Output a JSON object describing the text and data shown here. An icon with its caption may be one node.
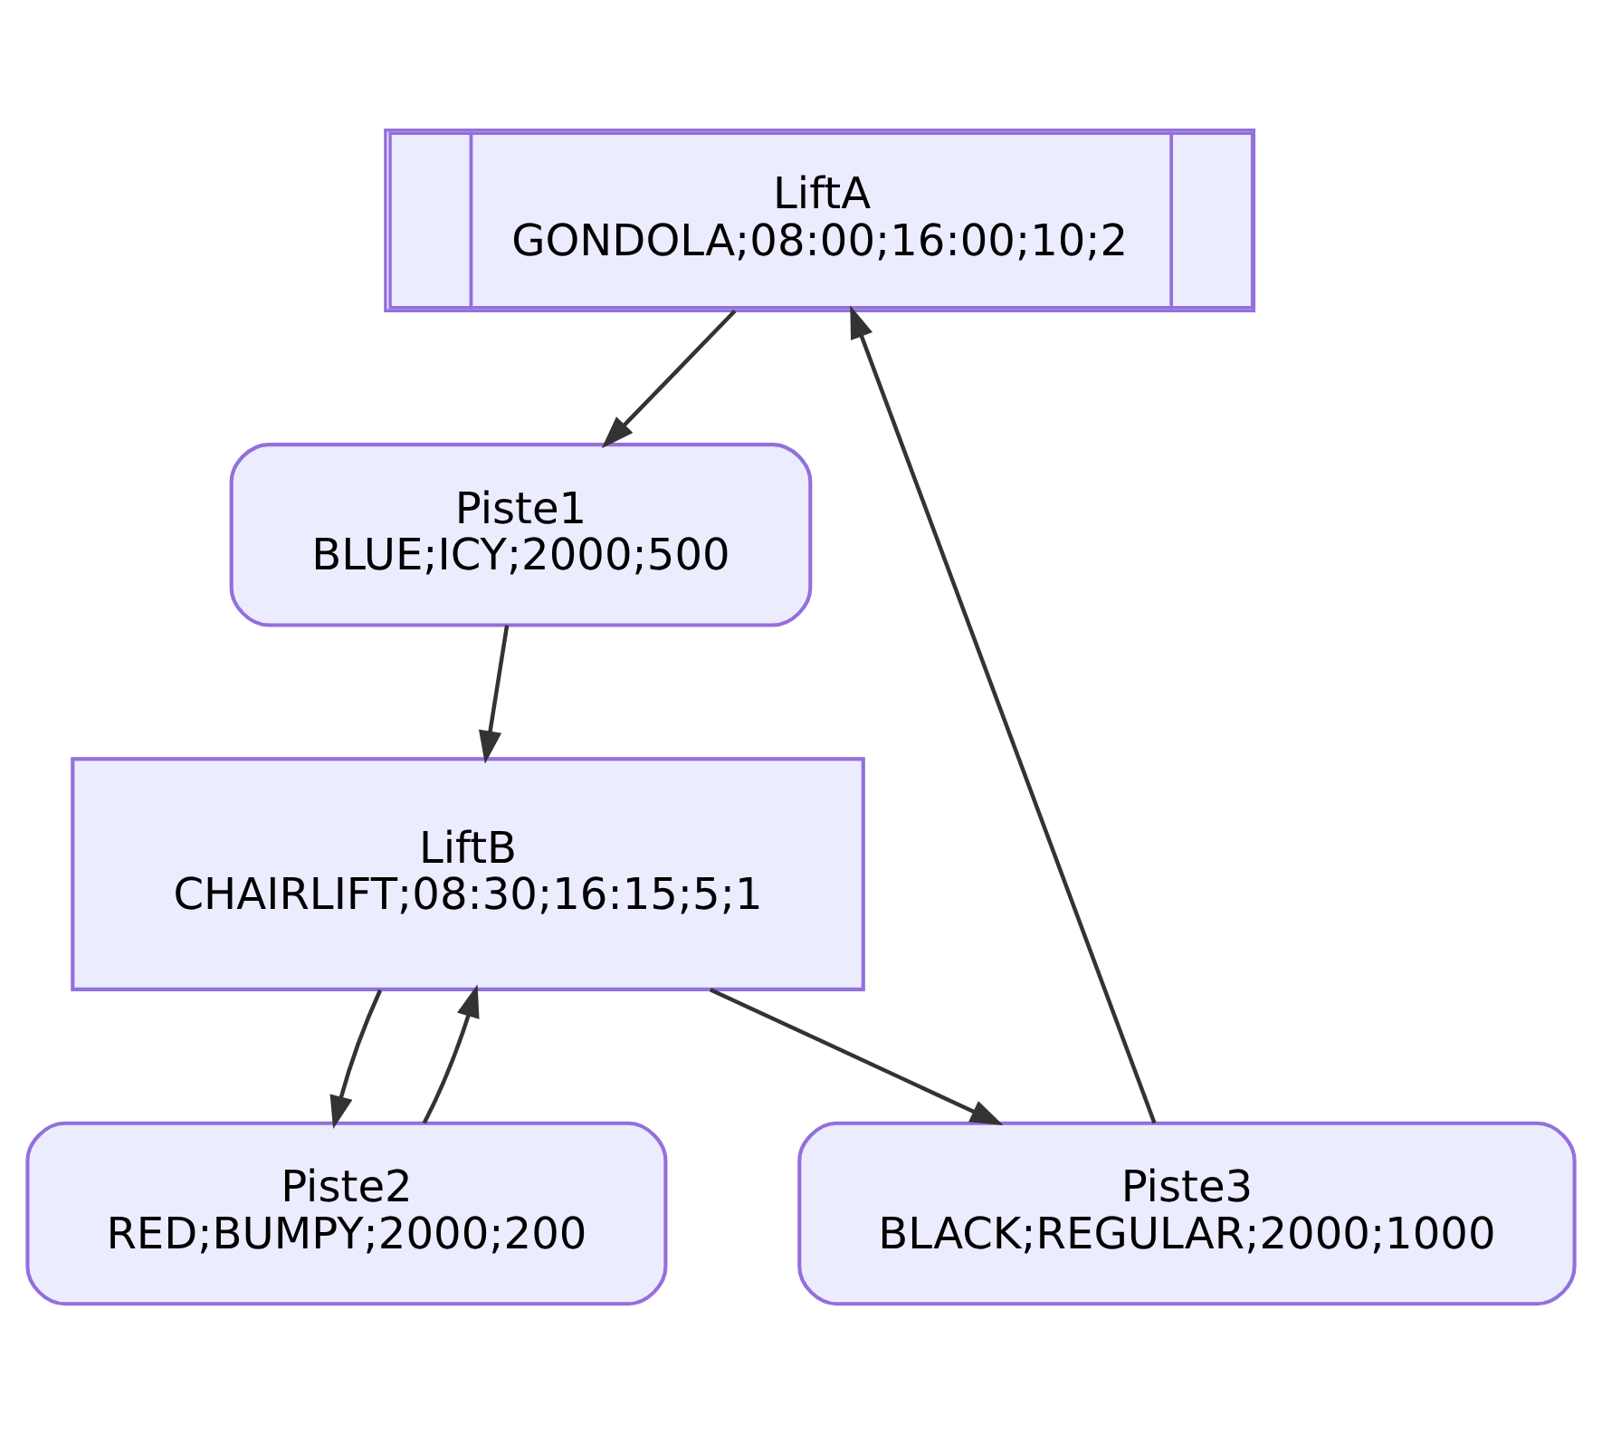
{
  "diagram": {
    "nodes": [
      {
        "text": [
          "LiftA",
          "GONDOLA;08:00;16:00;10;2"
        ]
      },
      {
        "text": [
          "Piste1",
          "BLUE;ICY;2000;500"
        ]
      },
      {
        "text": [
          "LiftB",
          "CHAIRLIFT;08:30;16:15;5;1"
        ]
      },
      {
        "text": [
          "Piste2",
          "RED;BUMPY;2000;200"
        ]
      },
      {
        "text": [
          "Piste3",
          "BLACK;REGULAR;2000;1000"
        ]
      }
    ],
    "edges": [
      {
        "from": 0,
        "to": 1,
        "arrow": "to"
      },
      {
        "from": 1,
        "to": 2,
        "arrow": "to"
      },
      {
        "from": 2,
        "to": 3,
        "arrow": "to"
      },
      {
        "from": 3,
        "to": 2,
        "arrow": "to"
      },
      {
        "from": 2,
        "to": 4,
        "arrow": "to"
      },
      {
        "from": 4,
        "to": 0,
        "arrow": "to"
      }
    ]
  }
}
